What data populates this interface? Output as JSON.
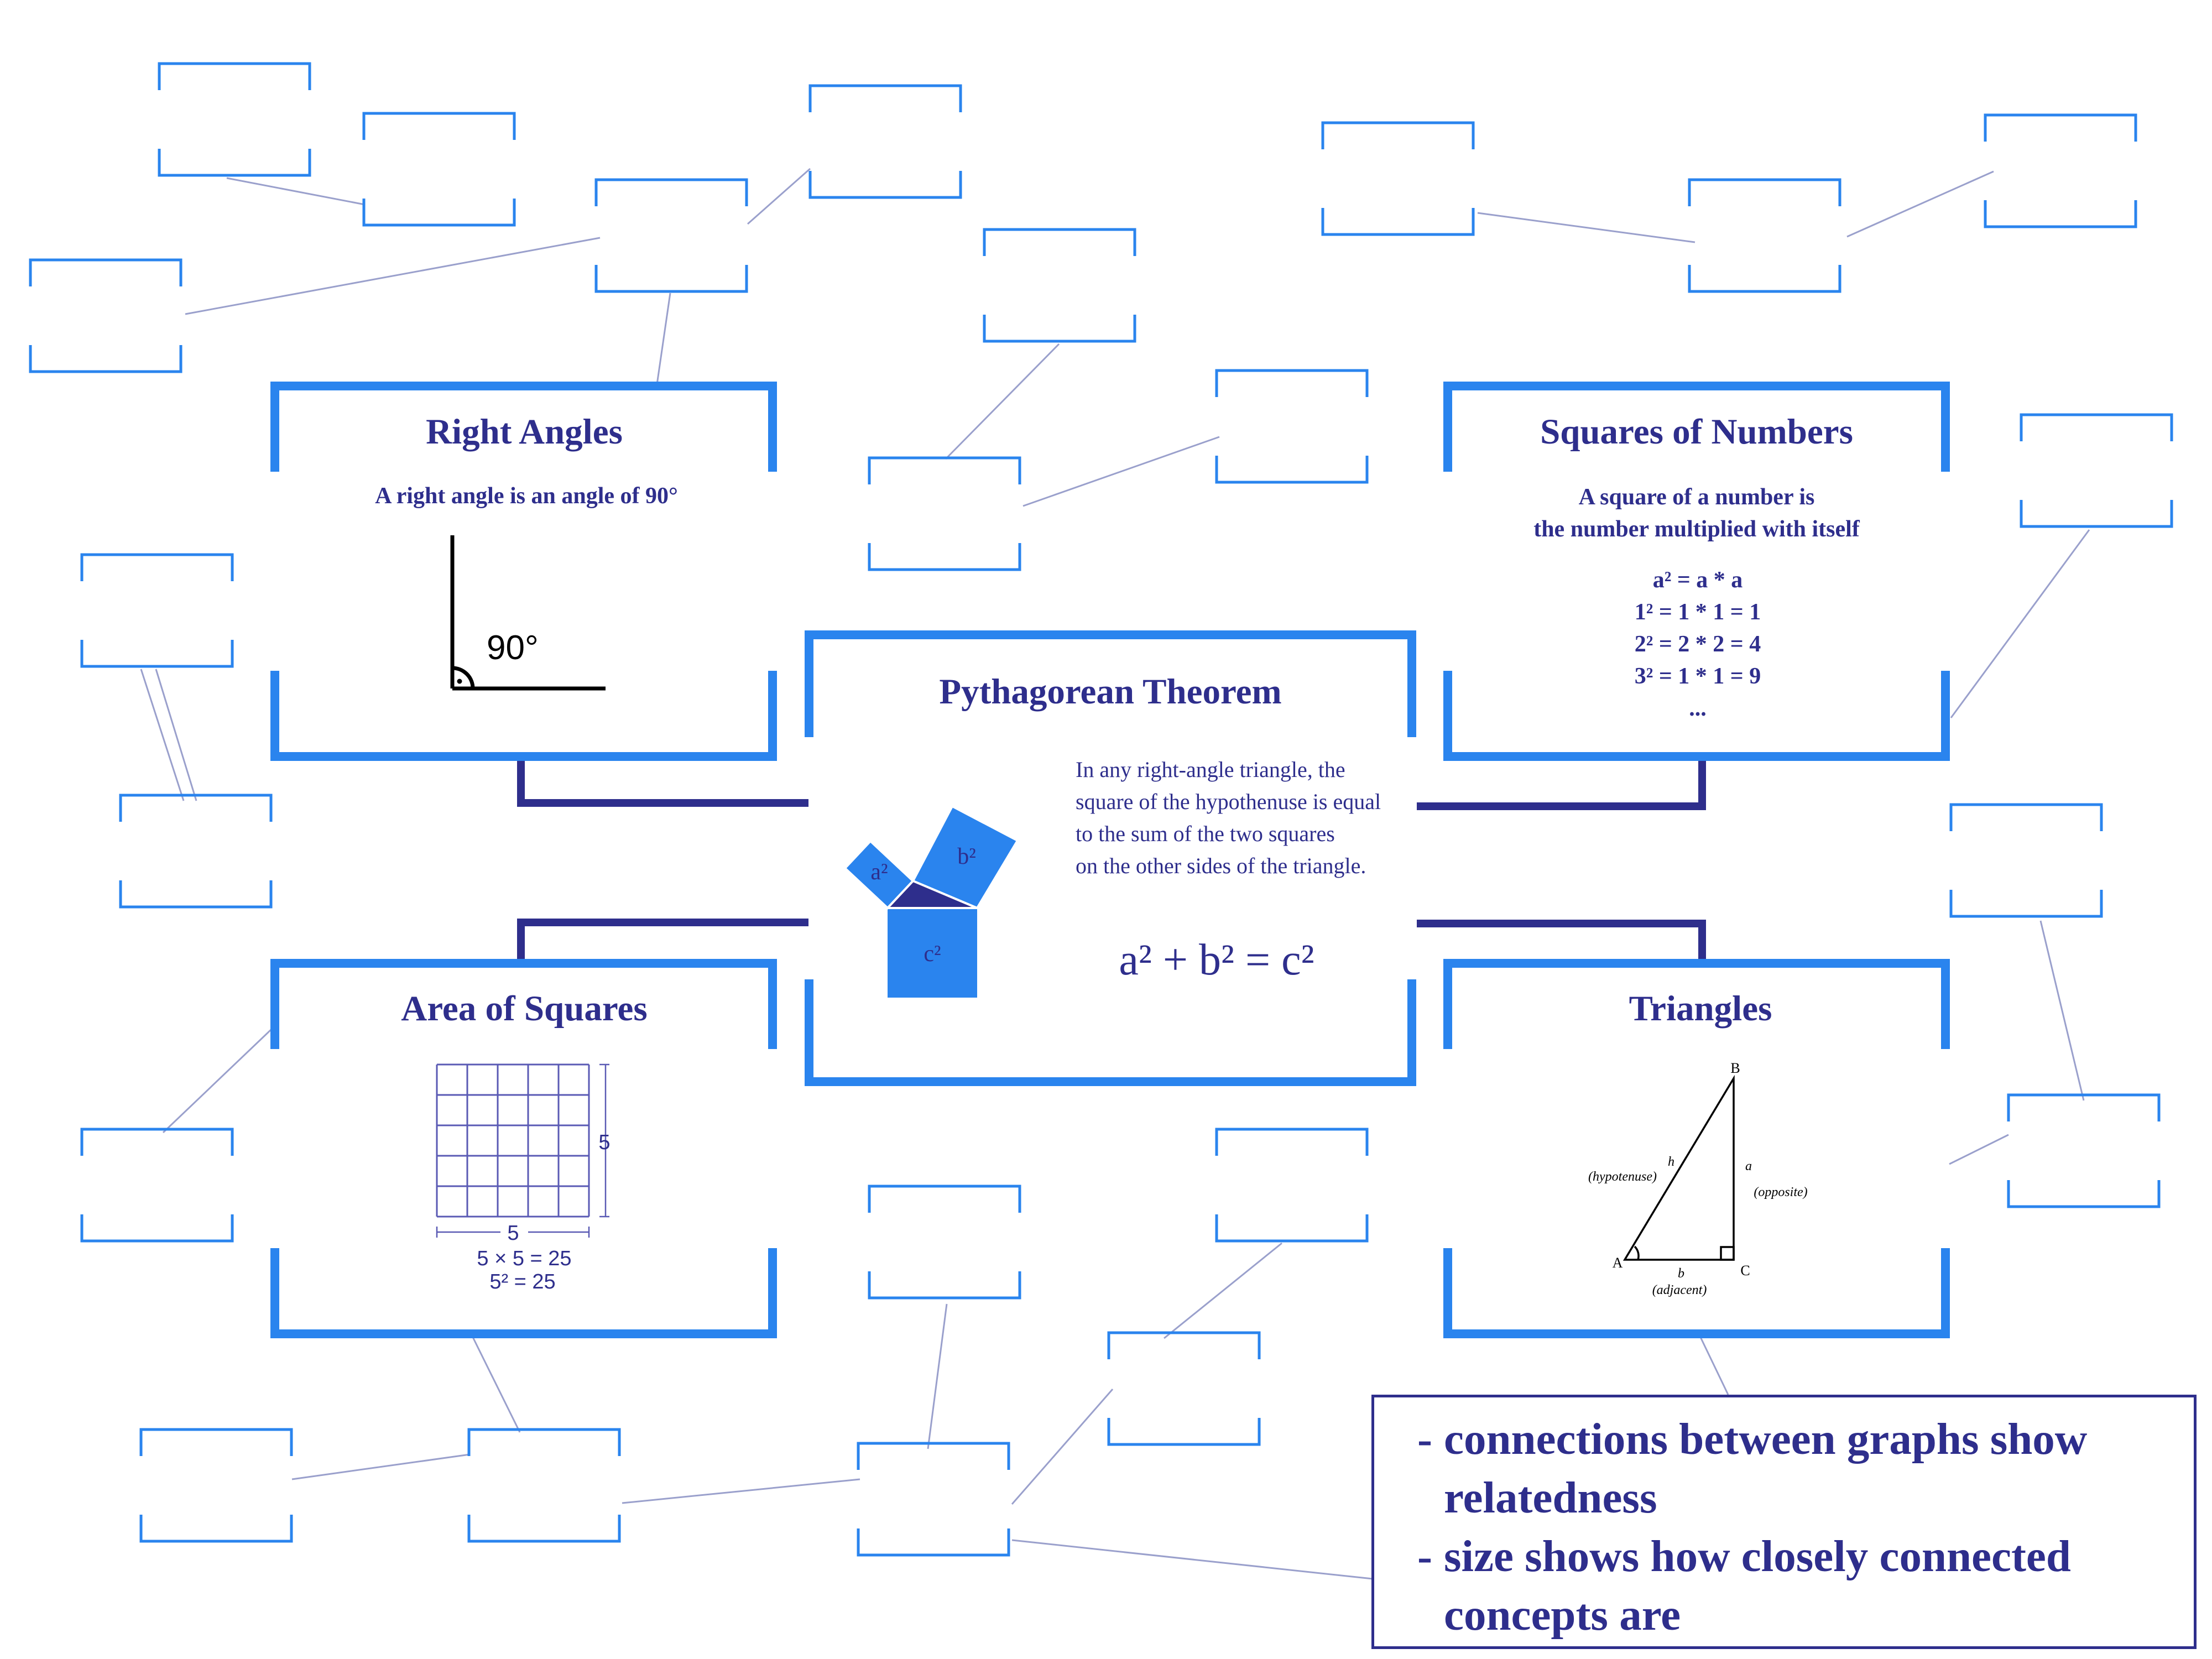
{
  "colors": {
    "bracket": "#2a84ee",
    "connector": "#2e2e8c",
    "link": "#9aa0cc",
    "text": "#2e2e8c",
    "square": "#2a84ee",
    "triangle": "#2e2e8c"
  },
  "center": {
    "title": "Pythagorean Theorem",
    "description": [
      "In any right-angle triangle, the",
      "square of the hypothenuse is equal",
      "to the sum of the two squares",
      "on the other sides of the triangle."
    ],
    "formula": "a² + b² = c²",
    "square_labels": {
      "a": "a²",
      "b": "b²",
      "c": "c²"
    }
  },
  "right_angles": {
    "title": "Right Angles",
    "subtitle": "A right angle is an angle of 90°",
    "angle_label": "90°"
  },
  "squares_of_numbers": {
    "title": "Squares of Numbers",
    "subtitle": [
      "A square of a number is",
      "the number multiplied with itself"
    ],
    "equations": [
      "a² = a * a",
      "1² = 1 * 1 = 1",
      "2² = 2 * 2 = 4",
      "3² = 1 * 1 = 9",
      "..."
    ]
  },
  "area_of_squares": {
    "title": "Area of Squares",
    "side_right": "5",
    "side_bottom": "5",
    "eq1": "5 × 5 = 25",
    "eq2": "5² = 25"
  },
  "triangles": {
    "title": "Triangles",
    "vertex_a": "A",
    "vertex_b": "B",
    "vertex_c": "C",
    "side_h": "h",
    "side_a": "a",
    "side_b": "b",
    "label_hyp": "(hypotenuse)",
    "label_opp": "(opposite)",
    "label_adj": "(adjacent)"
  },
  "legend": {
    "lines": [
      {
        "dash": "-",
        "text": "connections between graphs show relatedness"
      },
      {
        "dash": "-",
        "text": "size shows how closely connected concepts are"
      }
    ]
  }
}
